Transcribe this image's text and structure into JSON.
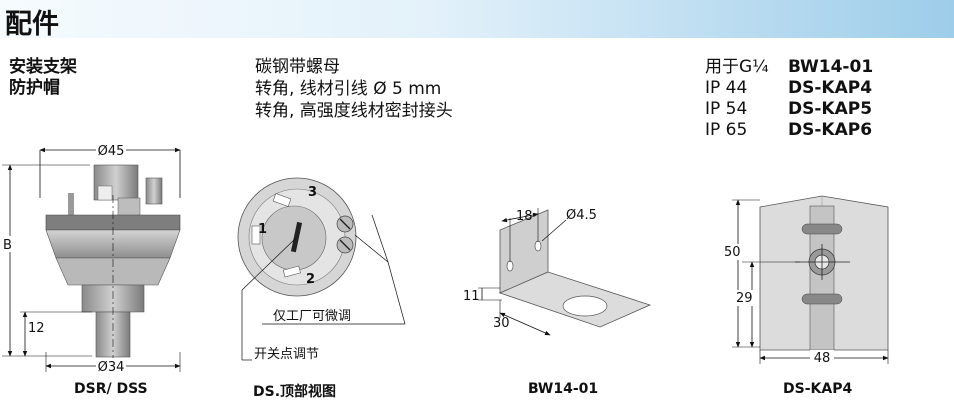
{
  "header": {
    "title": "配件"
  },
  "left_labels": [
    "安装支架",
    "防护帽"
  ],
  "middle_lines": [
    "碳钢带螺母",
    "转角, 线材引线 Ø 5 mm",
    "转角, 高强度线材密封接头"
  ],
  "right_table": [
    {
      "label": "用于G¼",
      "code": "BW14-01"
    },
    {
      "label": "IP 44",
      "code": "DS-KAP4"
    },
    {
      "label": "IP 54",
      "code": "DS-KAP5"
    },
    {
      "label": "IP 65",
      "code": "DS-KAP6"
    }
  ],
  "drawings": {
    "dsr": {
      "dim_top": "Ø45",
      "dim_b": "B",
      "dim_12": "12",
      "dim_bottom": "Ø34",
      "caption": "DSR/ DSS"
    },
    "top": {
      "pin3": "3",
      "pin1": "1",
      "pin2": "2",
      "note1": "仅工厂可微调",
      "note2": "开关点调节",
      "caption": "DS.顶部视图"
    },
    "bracket": {
      "dim_18": "18",
      "dim_hole": "Ø4.5",
      "dim_11": "11",
      "dim_30": "30",
      "caption": "BW14-01"
    },
    "cap": {
      "dim_50": "50",
      "dim_29": "29",
      "dim_48": "48",
      "caption": "DS-KAP4"
    }
  }
}
